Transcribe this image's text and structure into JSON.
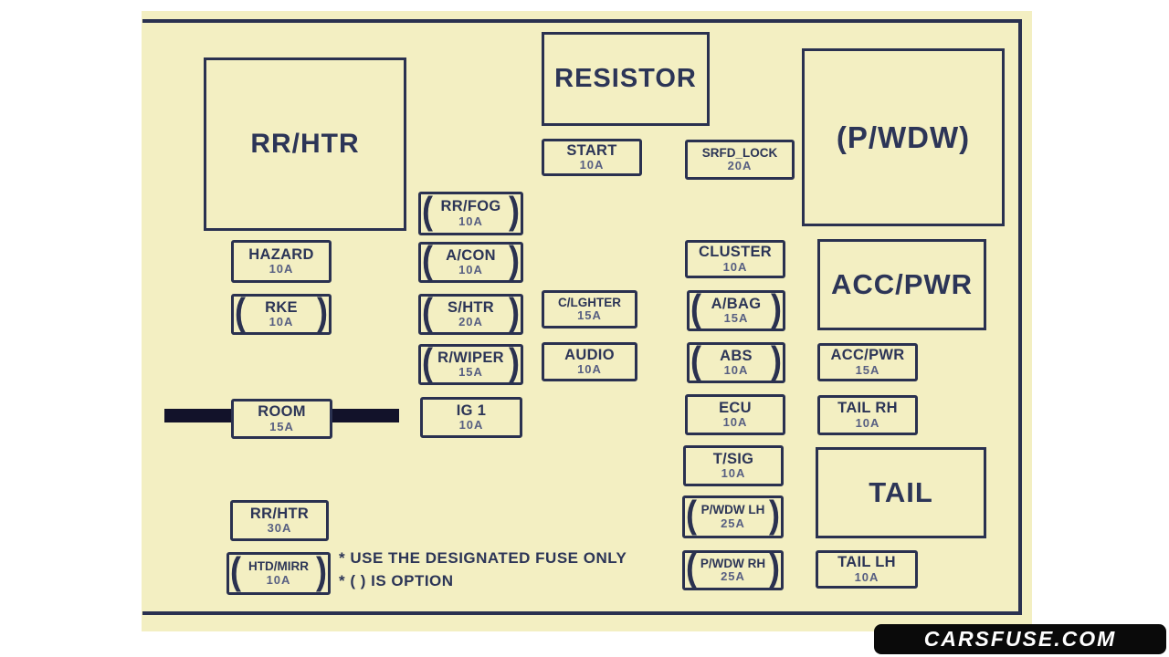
{
  "diagram": {
    "colors": {
      "paper": "#f3efc2",
      "ink": "#2a3150",
      "bar": "#12122a"
    },
    "notes": {
      "designated_fuse": "* USE THE DESIGNATED FUSE ONLY",
      "option": "* (  ) IS OPTION"
    }
  },
  "blocks": [
    {
      "id": "rr-htr-block",
      "label": "RR/HTR"
    },
    {
      "id": "resistor-block",
      "label": "RESISTOR"
    },
    {
      "id": "pwdw-block",
      "label": "(P/WDW)"
    },
    {
      "id": "acc-pwr-block",
      "label": "ACC/PWR"
    },
    {
      "id": "tail-block",
      "label": "TAIL"
    }
  ],
  "fuses": [
    {
      "id": "start",
      "label": "START",
      "amp": "10A",
      "optional": false
    },
    {
      "id": "srfd-lock",
      "label": "SRFD_LOCK",
      "amp": "20A",
      "optional": false
    },
    {
      "id": "hazard",
      "label": "HAZARD",
      "amp": "10A",
      "optional": false
    },
    {
      "id": "rke",
      "label": "RKE",
      "amp": "10A",
      "optional": true
    },
    {
      "id": "room",
      "label": "ROOM",
      "amp": "15A",
      "optional": false
    },
    {
      "id": "rr-htr-30",
      "label": "RR/HTR",
      "amp": "30A",
      "optional": false
    },
    {
      "id": "htd-mirr",
      "label": "HTD/MIRR",
      "amp": "10A",
      "optional": true
    },
    {
      "id": "rr-fog",
      "label": "RR/FOG",
      "amp": "10A",
      "optional": true
    },
    {
      "id": "a-con",
      "label": "A/CON",
      "amp": "10A",
      "optional": true
    },
    {
      "id": "s-htr",
      "label": "S/HTR",
      "amp": "20A",
      "optional": true
    },
    {
      "id": "r-wiper",
      "label": "R/WIPER",
      "amp": "15A",
      "optional": true
    },
    {
      "id": "ig-1",
      "label": "IG 1",
      "amp": "10A",
      "optional": false
    },
    {
      "id": "c-lghter",
      "label": "C/LGHTER",
      "amp": "15A",
      "optional": false
    },
    {
      "id": "audio",
      "label": "AUDIO",
      "amp": "10A",
      "optional": false
    },
    {
      "id": "cluster",
      "label": "CLUSTER",
      "amp": "10A",
      "optional": false
    },
    {
      "id": "a-bag",
      "label": "A/BAG",
      "amp": "15A",
      "optional": true
    },
    {
      "id": "abs",
      "label": "ABS",
      "amp": "10A",
      "optional": true
    },
    {
      "id": "ecu",
      "label": "ECU",
      "amp": "10A",
      "optional": false
    },
    {
      "id": "t-sig",
      "label": "T/SIG",
      "amp": "10A",
      "optional": false
    },
    {
      "id": "pwdw-lh",
      "label": "P/WDW LH",
      "amp": "25A",
      "optional": true
    },
    {
      "id": "pwdw-rh",
      "label": "P/WDW RH",
      "amp": "25A",
      "optional": true
    },
    {
      "id": "acc-pwr-15",
      "label": "ACC/PWR",
      "amp": "15A",
      "optional": false
    },
    {
      "id": "tail-rh",
      "label": "TAIL RH",
      "amp": "10A",
      "optional": false
    },
    {
      "id": "tail-lh",
      "label": "TAIL LH",
      "amp": "10A",
      "optional": false
    }
  ],
  "watermark": {
    "text": "CARSFUSE.COM",
    "background": "#0a0a0a",
    "color": "#ffffff"
  }
}
